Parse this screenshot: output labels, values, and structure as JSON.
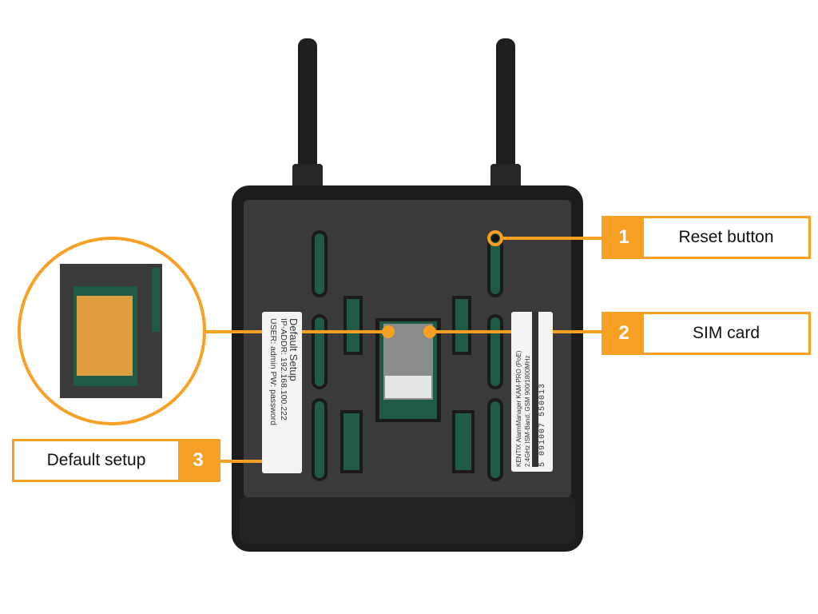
{
  "colors": {
    "accent": "#F7A024",
    "device": "#2b2b2b",
    "pcb": "#1f5a44"
  },
  "callouts": [
    {
      "number": "1",
      "label": "Reset button"
    },
    {
      "number": "2",
      "label": "SIM card"
    },
    {
      "number": "3",
      "label": "Default setup"
    }
  ],
  "sticker_left": {
    "title": "Default Setup",
    "line1": "IP-ADDR: 192.168.100.222",
    "line2": "USER: admin PW: password"
  },
  "sticker_right": {
    "line1": "KENTIX AlarmManager KAM-PRO (PoE)",
    "line2": "2.4GHz ISM-Band, GSM 900/1800MHz",
    "barcode": "5 091007 550013"
  }
}
